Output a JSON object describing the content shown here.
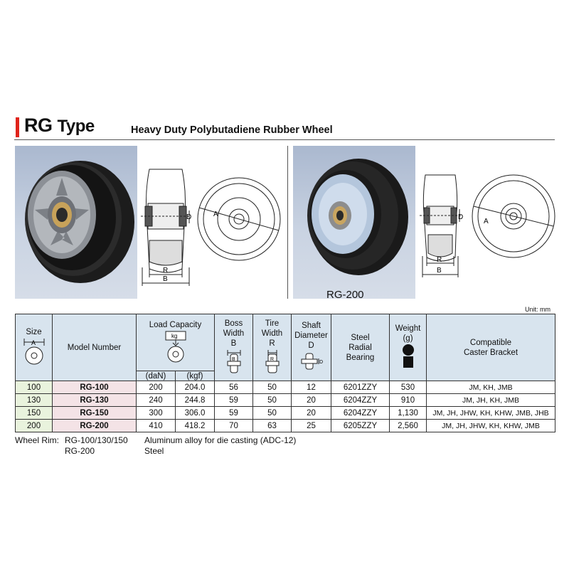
{
  "header": {
    "title_main": "RG",
    "title_type": "Type",
    "subtitle": "Heavy Duty Polybutadiene Rubber Wheel"
  },
  "diagram_labels": {
    "left": {
      "dim_a": "A",
      "dim_d": "D",
      "dim_r": "R",
      "dim_b": "B"
    },
    "right": {
      "dim_a": "A",
      "dim_d": "D",
      "dim_r": "R",
      "dim_b": "B"
    }
  },
  "photo_caption": "RG-200",
  "unit": "Unit: mm",
  "table": {
    "headers": {
      "size": "Size",
      "size_symbol": "A",
      "model": "Model Number",
      "load_capacity": "Load Capacity",
      "load_icon_text": "kg",
      "load_dan": "(daN)",
      "load_kgf": "(kgf)",
      "boss_width": [
        "Boss",
        "Width",
        "B"
      ],
      "boss_icon_text": "B",
      "tire_width": [
        "Tire",
        "Width",
        "R"
      ],
      "tire_icon_text": "R",
      "shaft_diameter": [
        "Shaft",
        "Diameter",
        "D"
      ],
      "shaft_icon_text": "D",
      "bearing": [
        "Steel",
        "Radial",
        "Bearing"
      ],
      "weight": [
        "Weight",
        "(g)"
      ],
      "compat": [
        "Compatible",
        "Caster Bracket"
      ]
    },
    "rows": [
      {
        "size": "100",
        "model": "RG-100",
        "dan": "200",
        "kgf": "204.0",
        "boss": "56",
        "tire": "50",
        "shaft": "12",
        "bearing": "6201ZZY",
        "weight": "530",
        "compat": "JM, KH, JMB"
      },
      {
        "size": "130",
        "model": "RG-130",
        "dan": "240",
        "kgf": "244.8",
        "boss": "59",
        "tire": "50",
        "shaft": "20",
        "bearing": "6204ZZY",
        "weight": "910",
        "compat": "JM, JH, KH, JMB"
      },
      {
        "size": "150",
        "model": "RG-150",
        "dan": "300",
        "kgf": "306.0",
        "boss": "59",
        "tire": "50",
        "shaft": "20",
        "bearing": "6204ZZY",
        "weight": "1,130",
        "compat": "JM, JH, JHW, KH, KHW, JMB, JHB"
      },
      {
        "size": "200",
        "model": "RG-200",
        "dan": "410",
        "kgf": "418.2",
        "boss": "70",
        "tire": "63",
        "shaft": "25",
        "bearing": "6205ZZY",
        "weight": "2,560",
        "compat": "JM, JH, JHW, KH, KHW, JMB"
      }
    ]
  },
  "footnotes": {
    "label": "Wheel Rim:",
    "line1_models": "RG-100/130/150",
    "line1_material": "Aluminum alloy for die casting (ADC-12)",
    "line2_models": "RG-200",
    "line2_material": "Steel"
  },
  "colors": {
    "accent_red": "#e0241b",
    "header_fill": "#d8e4ee",
    "size_fill": "#e9f3dd",
    "model_fill": "#f4e3e6",
    "photo_bg": "#b8c5d9"
  }
}
